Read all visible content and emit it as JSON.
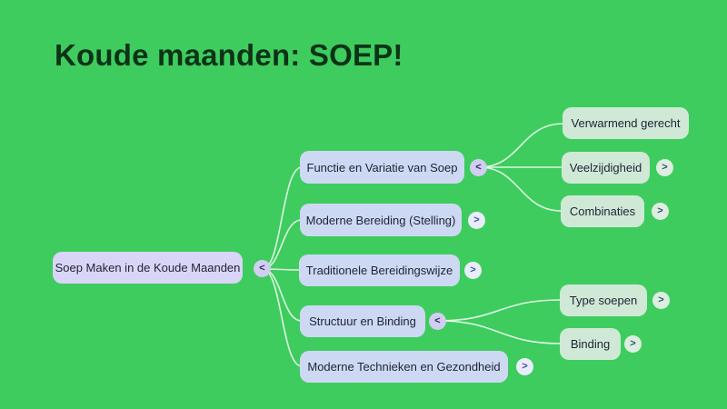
{
  "title": "Koude maanden: SOEP!",
  "colors": {
    "background": "#3ecc5f",
    "root_node": "#d9d5f7",
    "branch_node": "#cdd9f2",
    "leaf_node": "#cfe9d6",
    "connector_line": "#ffffff",
    "title_text": "#0d3317",
    "node_text": "#1e2335"
  },
  "mindmap": {
    "root": {
      "label": "Soep Maken in de Koude Maanden",
      "toggle": "<"
    },
    "children": [
      {
        "label": "Functie en Variatie van Soep",
        "toggle": "<",
        "children": [
          {
            "label": "Verwarmend gerecht",
            "toggle": ""
          },
          {
            "label": "Veelzijdigheid",
            "toggle": ">"
          },
          {
            "label": "Combinaties",
            "toggle": ">"
          }
        ]
      },
      {
        "label": "Moderne Bereiding (Stelling)",
        "toggle": ">"
      },
      {
        "label": "Traditionele Bereidingswijze",
        "toggle": ">"
      },
      {
        "label": "Structuur en Binding",
        "toggle": "<",
        "children": [
          {
            "label": "Type soepen",
            "toggle": ">"
          },
          {
            "label": "Binding",
            "toggle": ">"
          }
        ]
      },
      {
        "label": "Moderne Technieken en Gezondheid",
        "toggle": ">"
      }
    ]
  }
}
